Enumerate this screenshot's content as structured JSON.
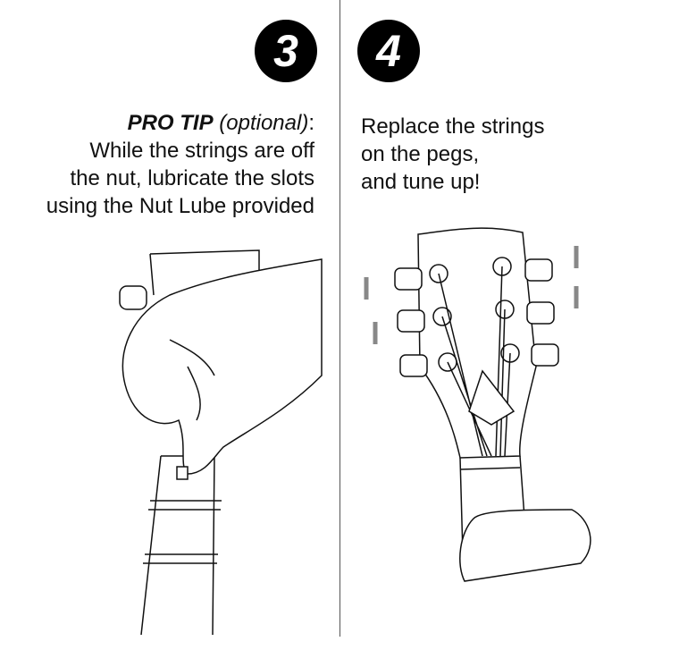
{
  "step3": {
    "number": "3",
    "tip_label": "PRO TIP",
    "tip_optional": "(optional)",
    "tip_colon": ":",
    "lines": [
      "While the strings are off",
      "the nut, lubricate the slots",
      "using the Nut Lube provided"
    ]
  },
  "step4": {
    "number": "4",
    "lines": [
      "Replace the strings",
      "on the pegs,",
      "and tune up!"
    ]
  }
}
